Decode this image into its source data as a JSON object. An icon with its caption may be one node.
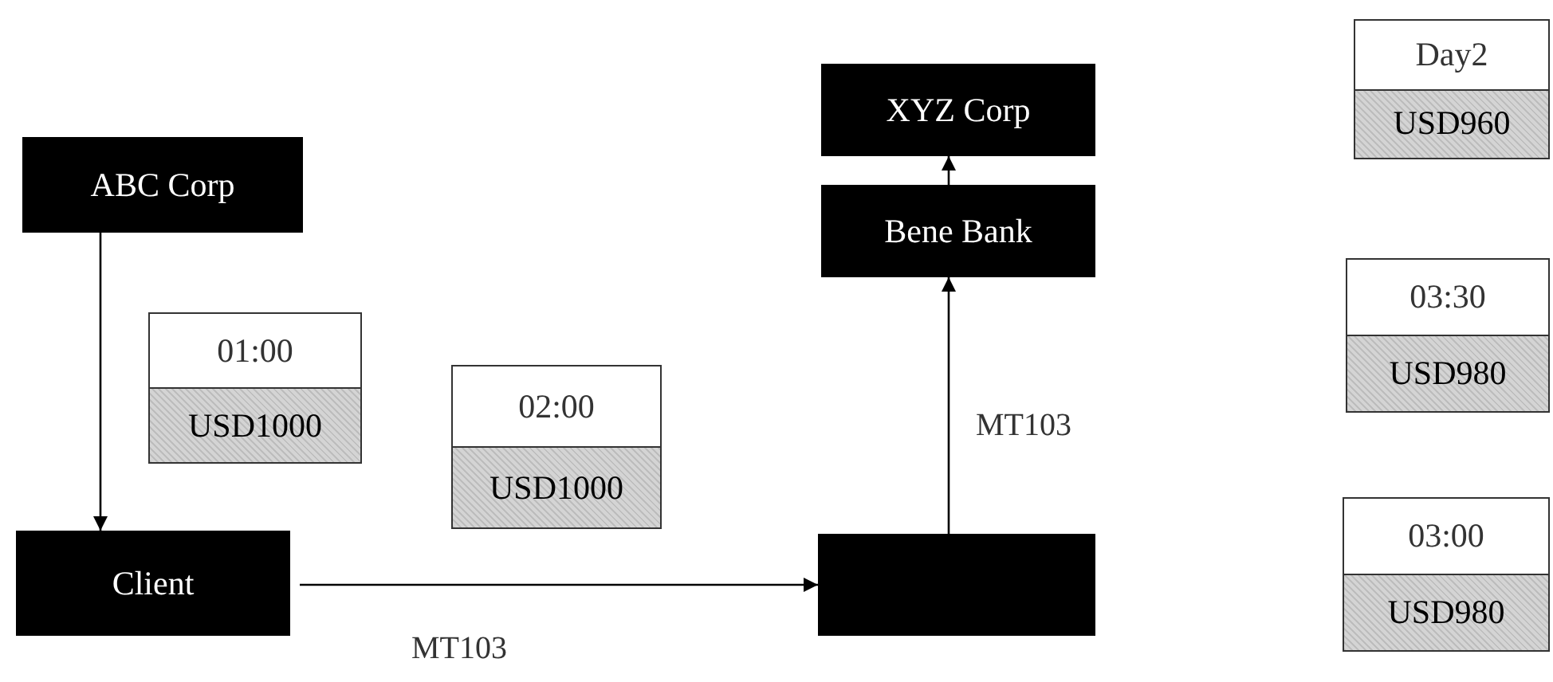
{
  "diagram": {
    "nodes": [
      {
        "text": [
          "ABC Corp"
        ]
      },
      {
        "text": [
          "Client"
        ]
      },
      {
        "text": [
          "XYZ Corp"
        ]
      },
      {
        "text": [
          "Bene Bank"
        ]
      },
      {
        "text": [],
        "shape": "box"
      },
      {
        "text": [
          "01:00",
          "USD1000"
        ]
      },
      {
        "text": [
          "02:00",
          "USD1000"
        ]
      },
      {
        "text": [
          "Day2",
          "USD960"
        ]
      },
      {
        "text": [
          "03:30",
          "USD980"
        ]
      },
      {
        "text": [
          "03:00",
          "USD980"
        ]
      }
    ],
    "edges": [
      {
        "from": 0,
        "to": 1,
        "arrow": "to"
      },
      {
        "from": 1,
        "to": 4,
        "arrow": "to",
        "label": "MT103"
      },
      {
        "from": 4,
        "to": 3,
        "arrow": "to",
        "label": "MT103"
      },
      {
        "from": 3,
        "to": 2,
        "arrow": "to"
      }
    ]
  }
}
